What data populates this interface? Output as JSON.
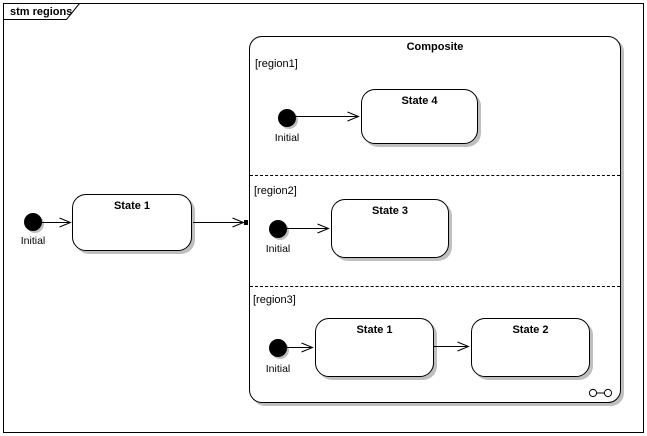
{
  "frame": {
    "label": "stm regions"
  },
  "diagram": {
    "outer": {
      "initial": "Initial",
      "state": {
        "name": "State 1"
      }
    },
    "composite": {
      "title": "Composite",
      "regions": [
        {
          "label": "[region1]",
          "initial": "Initial",
          "states": [
            {
              "name": "State 4"
            }
          ]
        },
        {
          "label": "[region2]",
          "initial": "Initial",
          "states": [
            {
              "name": "State 3"
            }
          ]
        },
        {
          "label": "[region3]",
          "initial": "Initial",
          "states": [
            {
              "name": "State 1"
            },
            {
              "name": "State 2"
            }
          ]
        }
      ]
    }
  },
  "icons": {
    "frame_label_shape": "uml-frame-pentagon",
    "composite_indicator": "composite-state-glasses-icon"
  },
  "colors": {
    "background": "#ffffff",
    "line": "#000000",
    "fill": "#ffffff",
    "shadow": "#bfbfbf",
    "text": "#000000"
  }
}
